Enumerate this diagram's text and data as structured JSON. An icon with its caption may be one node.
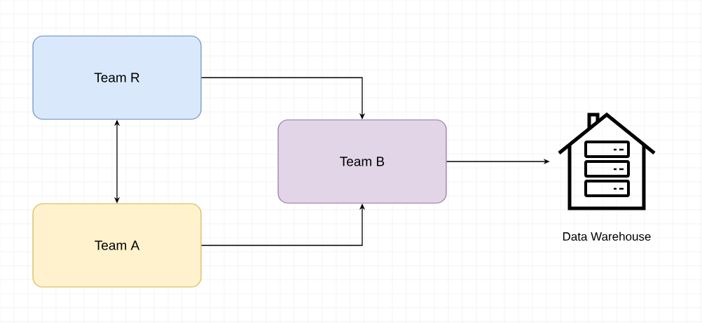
{
  "diagram": {
    "nodes": [
      {
        "text": [
          "Team R"
        ]
      },
      {
        "text": [
          "Team A"
        ]
      },
      {
        "text": [
          "Team B"
        ]
      },
      {
        "text": [
          "Data Warehouse"
        ]
      }
    ],
    "edges": [
      {
        "from": 0,
        "to": 2,
        "arrow": "to"
      },
      {
        "from": 1,
        "to": 0,
        "arrow": "both"
      },
      {
        "from": 1,
        "to": 2,
        "arrow": "to"
      },
      {
        "from": 2,
        "to": 3,
        "arrow": "to"
      }
    ]
  }
}
